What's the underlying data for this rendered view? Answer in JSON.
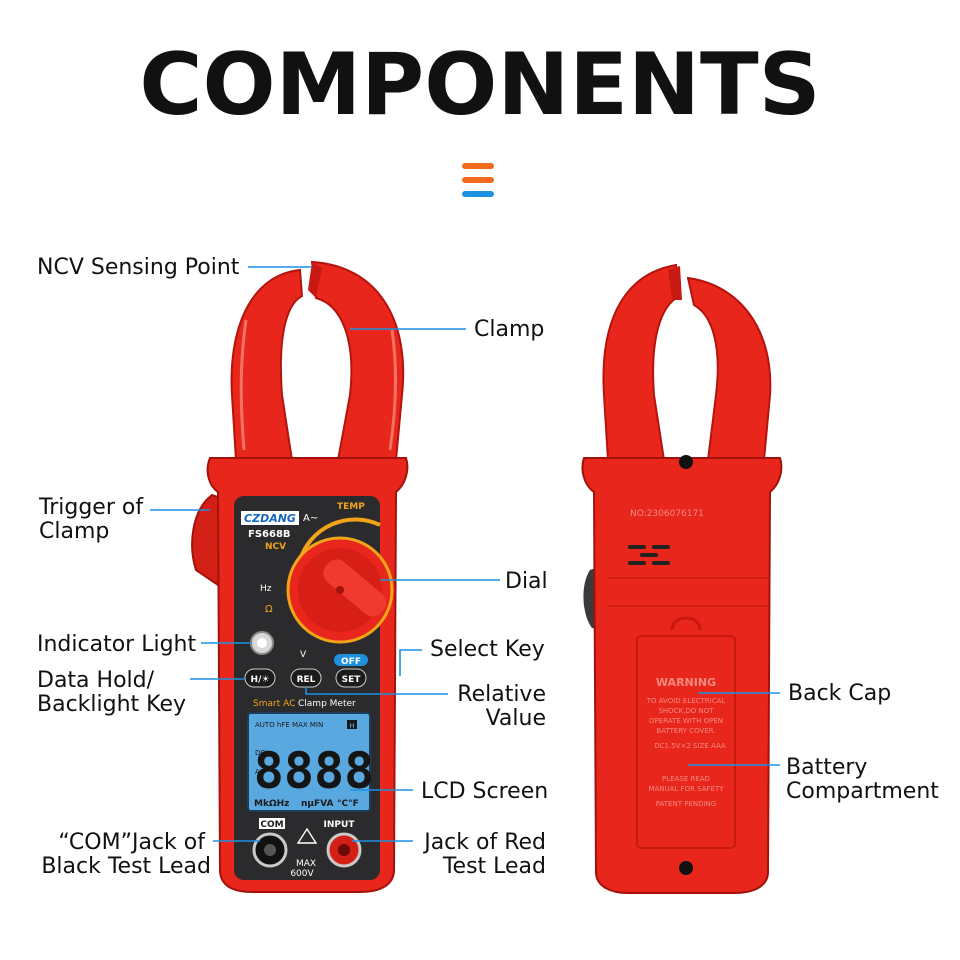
{
  "title": "COMPONENTS",
  "accent_colors": {
    "orange": "#f26a1b",
    "blue": "#1e90e0",
    "body_red": "#e8261c"
  },
  "front_device": {
    "brand": "CZDANG",
    "model": "FS668B",
    "subtitle_smart": "Smart AC",
    "subtitle_rest": "Clamp Meter",
    "dial_labels": {
      "a_ac": "A~",
      "temp": "TEMP",
      "ncv": "NCV",
      "hz": "Hz",
      "omega": "Ω",
      "v_dc": "V",
      "off": "OFF"
    },
    "keys": {
      "hold": "H/☀",
      "rel": "REL",
      "set": "SET"
    },
    "lcd": {
      "top_indicators": "AUTO   hFE MAX MIN",
      "hold_flag": "H",
      "digits": "8888",
      "side_dc": "DC",
      "side_ac": "AC",
      "units_left": "MkΩHz",
      "units_mid": "nμFVA",
      "units_right": "°C°F"
    },
    "jack_com_label": "COM",
    "jack_input_label": "INPUT",
    "max_label": "MAX",
    "voltage_label": "600V"
  },
  "back_device": {
    "serial": "NO:2306076171",
    "warning_title": "WARNING",
    "warning_text": [
      "TO AVOID ELECTRICAL",
      "SHOCK,DO NOT",
      "OPERATE WITH OPEN",
      "BATTERY COVER."
    ],
    "battery_spec": "DC1.5V×2 SIZE AAA",
    "read_manual": [
      "PLEASE READ",
      "MANUAL FOR SAFETY"
    ],
    "patent": "PATENT PENDING"
  },
  "callouts": {
    "ncv": "NCV Sensing Point",
    "clamp": "Clamp",
    "trigger": [
      "Trigger of",
      "Clamp"
    ],
    "dial": "Dial",
    "indicator": "Indicator Light",
    "select": "Select Key",
    "hold": [
      "Data Hold/",
      "Backlight Key"
    ],
    "relative": [
      "Relative",
      "Value"
    ],
    "lcd": "LCD Screen",
    "com": [
      "“COM”Jack of",
      "Black Test Lead"
    ],
    "red": [
      "Jack of Red",
      "Test Lead"
    ],
    "back_cap": "Back Cap",
    "battery": [
      "Battery",
      "Compartment"
    ]
  }
}
